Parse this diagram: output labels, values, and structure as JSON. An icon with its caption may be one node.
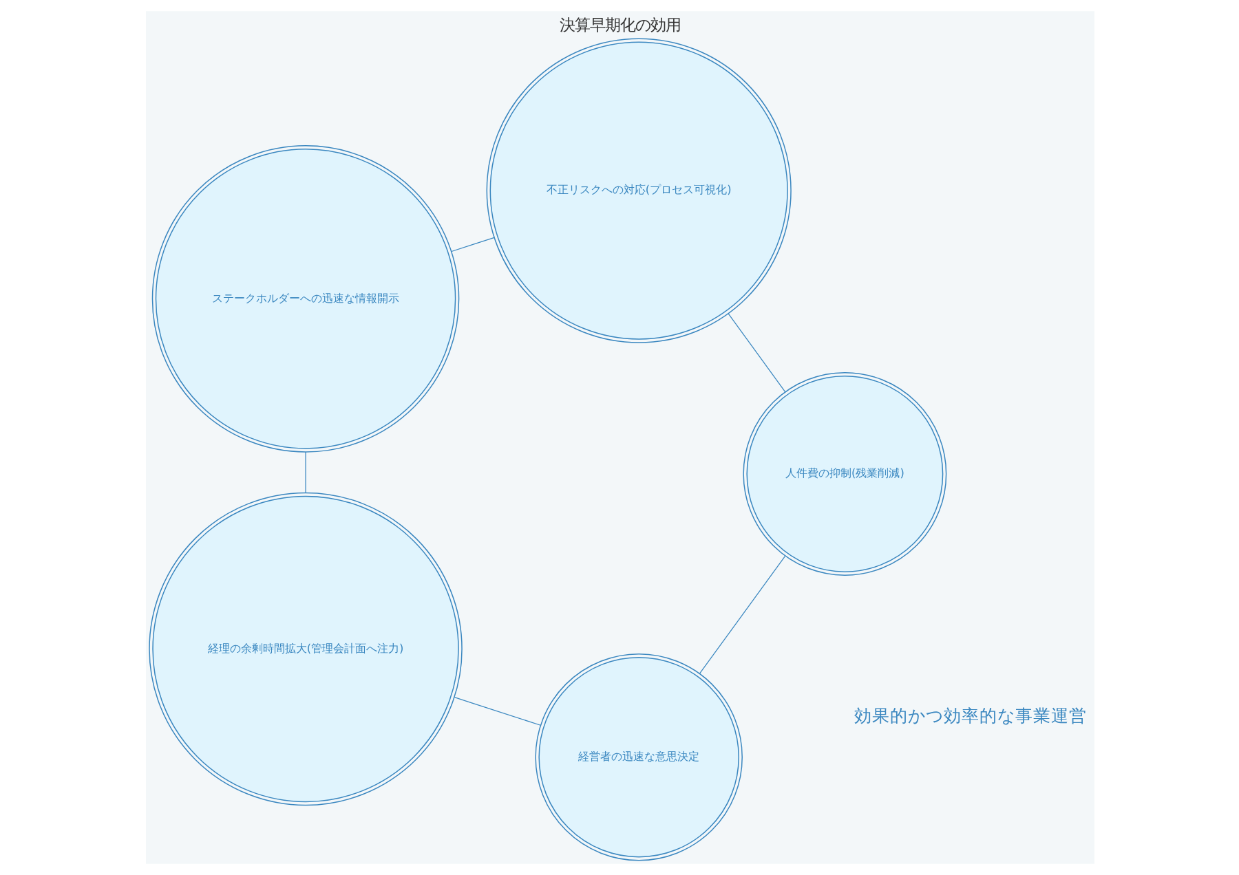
{
  "diagram": {
    "title": "決算早期化の効用",
    "nodes": [
      {
        "text": [
          "経営者の迅速な意思決定"
        ]
      },
      {
        "text": [
          "経理の余剰時間拡大(管理会計面へ注力)"
        ]
      },
      {
        "text": [
          "ステークホルダーへの迅速な情報開示"
        ]
      },
      {
        "text": [
          "不正リスクへの対応(プロセス可視化)"
        ]
      },
      {
        "text": [
          "人件費の抑制(残業削減)"
        ]
      }
    ],
    "edges": [
      {
        "from": 0,
        "to": 1,
        "arrow": "none"
      },
      {
        "from": 1,
        "to": 2,
        "arrow": "none"
      },
      {
        "from": 2,
        "to": 3,
        "arrow": "none"
      },
      {
        "from": 3,
        "to": 4,
        "arrow": "none"
      },
      {
        "from": 4,
        "to": 0,
        "arrow": "none"
      }
    ],
    "labels": [
      "効果的かつ効率的な事業運営"
    ]
  }
}
